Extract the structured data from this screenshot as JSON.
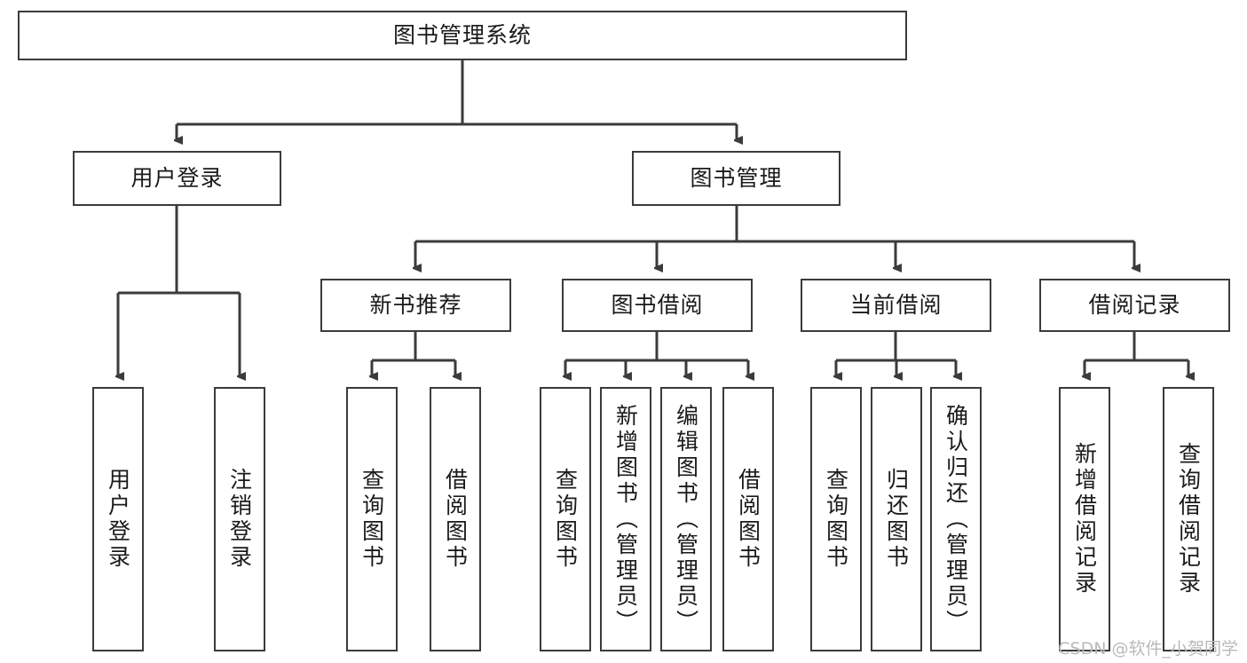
{
  "diagram": {
    "title": "图书管理系统",
    "type": "tree",
    "watermark": "CSDN @软件_小贺同学",
    "stroke_color": "#3b3b3b",
    "fill_color": "#ffffff",
    "text_color": "#1a1a1a"
  },
  "root": {
    "label": "图书管理系统"
  },
  "level2": [
    {
      "label": "用户登录"
    },
    {
      "label": "图书管理"
    }
  ],
  "level3": [
    {
      "label": "新书推荐"
    },
    {
      "label": "图书借阅"
    },
    {
      "label": "当前借阅"
    },
    {
      "label": "借阅记录"
    }
  ],
  "leaves": {
    "user_login": [
      {
        "label": "用户登录"
      },
      {
        "label": "注销登录"
      }
    ],
    "new_book_recommend": [
      {
        "label": "查询图书"
      },
      {
        "label": "借阅图书"
      }
    ],
    "book_borrow": [
      {
        "label": "查询图书"
      },
      {
        "label": "新增图书（管理员）"
      },
      {
        "label": "编辑图书（管理员）"
      },
      {
        "label": "借阅图书"
      }
    ],
    "current_borrow": [
      {
        "label": "查询图书"
      },
      {
        "label": "归还图书"
      },
      {
        "label": "确认归还（管理员）"
      }
    ],
    "borrow_record": [
      {
        "label": "新增借阅记录"
      },
      {
        "label": "查询借阅记录"
      }
    ]
  }
}
